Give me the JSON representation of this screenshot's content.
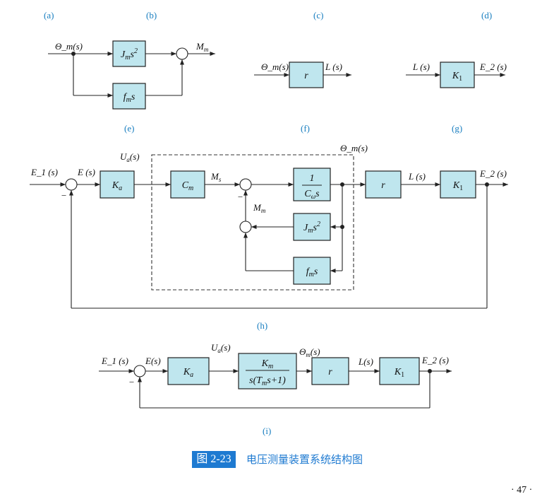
{
  "sublabels": {
    "a": "(a)",
    "b": "(b)",
    "c": "(c)",
    "d": "(d)",
    "e": "(e)",
    "f": "(f)",
    "g": "(g)",
    "h": "(h)",
    "i": "(i)"
  },
  "blocks": {
    "J_m_s2": "J_m s^2",
    "f_m_s": "f_m s",
    "r": "r",
    "K1": "K_1",
    "Ka": "K_a",
    "Cm": "C_m",
    "inv_Cw_s_num": "1",
    "inv_Cw_s_den": "C_ω s",
    "Km_num": "K_m",
    "Km_den": "s(T_m s+1)"
  },
  "signals": {
    "theta_m": "Θ_m(s)",
    "M_m": "M_m",
    "L": "L (s)",
    "E2": "E_2 (s)",
    "E1": "E_1 (s)",
    "E": "E (s)",
    "U_a": "U_a (s)",
    "M_s": "M_s",
    "minus": "−"
  },
  "caption": {
    "number": "图 2-23",
    "text": "电压测量装置系统结构图"
  },
  "page_number": "· 47 ·",
  "colors": {
    "box_fill": "#bfe6ee",
    "label_blue": "#1a7fc0",
    "caption_bg": "#1e7ad1"
  }
}
